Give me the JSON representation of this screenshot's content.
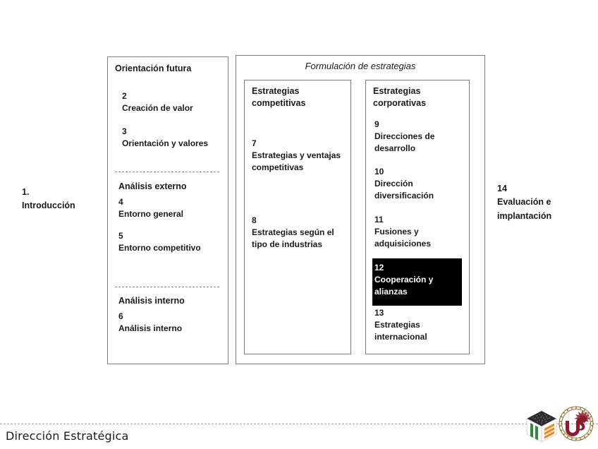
{
  "slide": {
    "footer_title": "Dirección Estratégica"
  },
  "left_side": {
    "number": "1.",
    "title": "Introducción"
  },
  "right_side": {
    "number": "14",
    "title": "Evaluación e implantación"
  },
  "left_column": {
    "heading": "Orientación futura",
    "entries": [
      {
        "number": "2",
        "title": "Creación de valor"
      },
      {
        "number": "3",
        "title": "Orientación y valores"
      }
    ],
    "section_external": {
      "label": "Análisis externo",
      "entries": [
        {
          "number": "4",
          "title": "Entorno general"
        },
        {
          "number": "5",
          "title": "Entorno competitivo"
        }
      ]
    },
    "section_internal": {
      "label": "Análisis interno",
      "entries": [
        {
          "number": "6",
          "title": "Análisis interno"
        }
      ]
    }
  },
  "formulation": {
    "title": "Formulación de estrategias",
    "competitive": {
      "heading": "Estrategias competitivas",
      "entries": [
        {
          "number": "7",
          "title": "Estrategias y ventajas competitivas"
        },
        {
          "number": "8",
          "title": "Estrategias según el tipo de industrias"
        }
      ]
    },
    "corporate": {
      "heading": "Estrategias corporativas",
      "entries": [
        {
          "number": "9",
          "title": "Direcciones de desarrollo",
          "highlighted": false
        },
        {
          "number": "10",
          "title": "Dirección diversificación",
          "highlighted": false
        },
        {
          "number": "11",
          "title": "Fusiones y adquisiciones",
          "highlighted": false
        },
        {
          "number": "12",
          "title": "Cooperación y alianzas",
          "highlighted": true
        },
        {
          "number": "13",
          "title": "Estrategias internacional",
          "highlighted": false
        }
      ]
    }
  },
  "colors": {
    "box_border": "#7d7d7d",
    "text": "#1a1a1a",
    "highlight_background": "#000000",
    "highlight_text": "#ffffff",
    "logo_green": "#2f8a3e",
    "logo_orange": "#f08a1e",
    "logo_maroon": "#8c1c2b"
  },
  "logos": {
    "cube_icon": "cube-logo-icon",
    "university_icon": "universidad-de-sevilla-seal-icon"
  }
}
